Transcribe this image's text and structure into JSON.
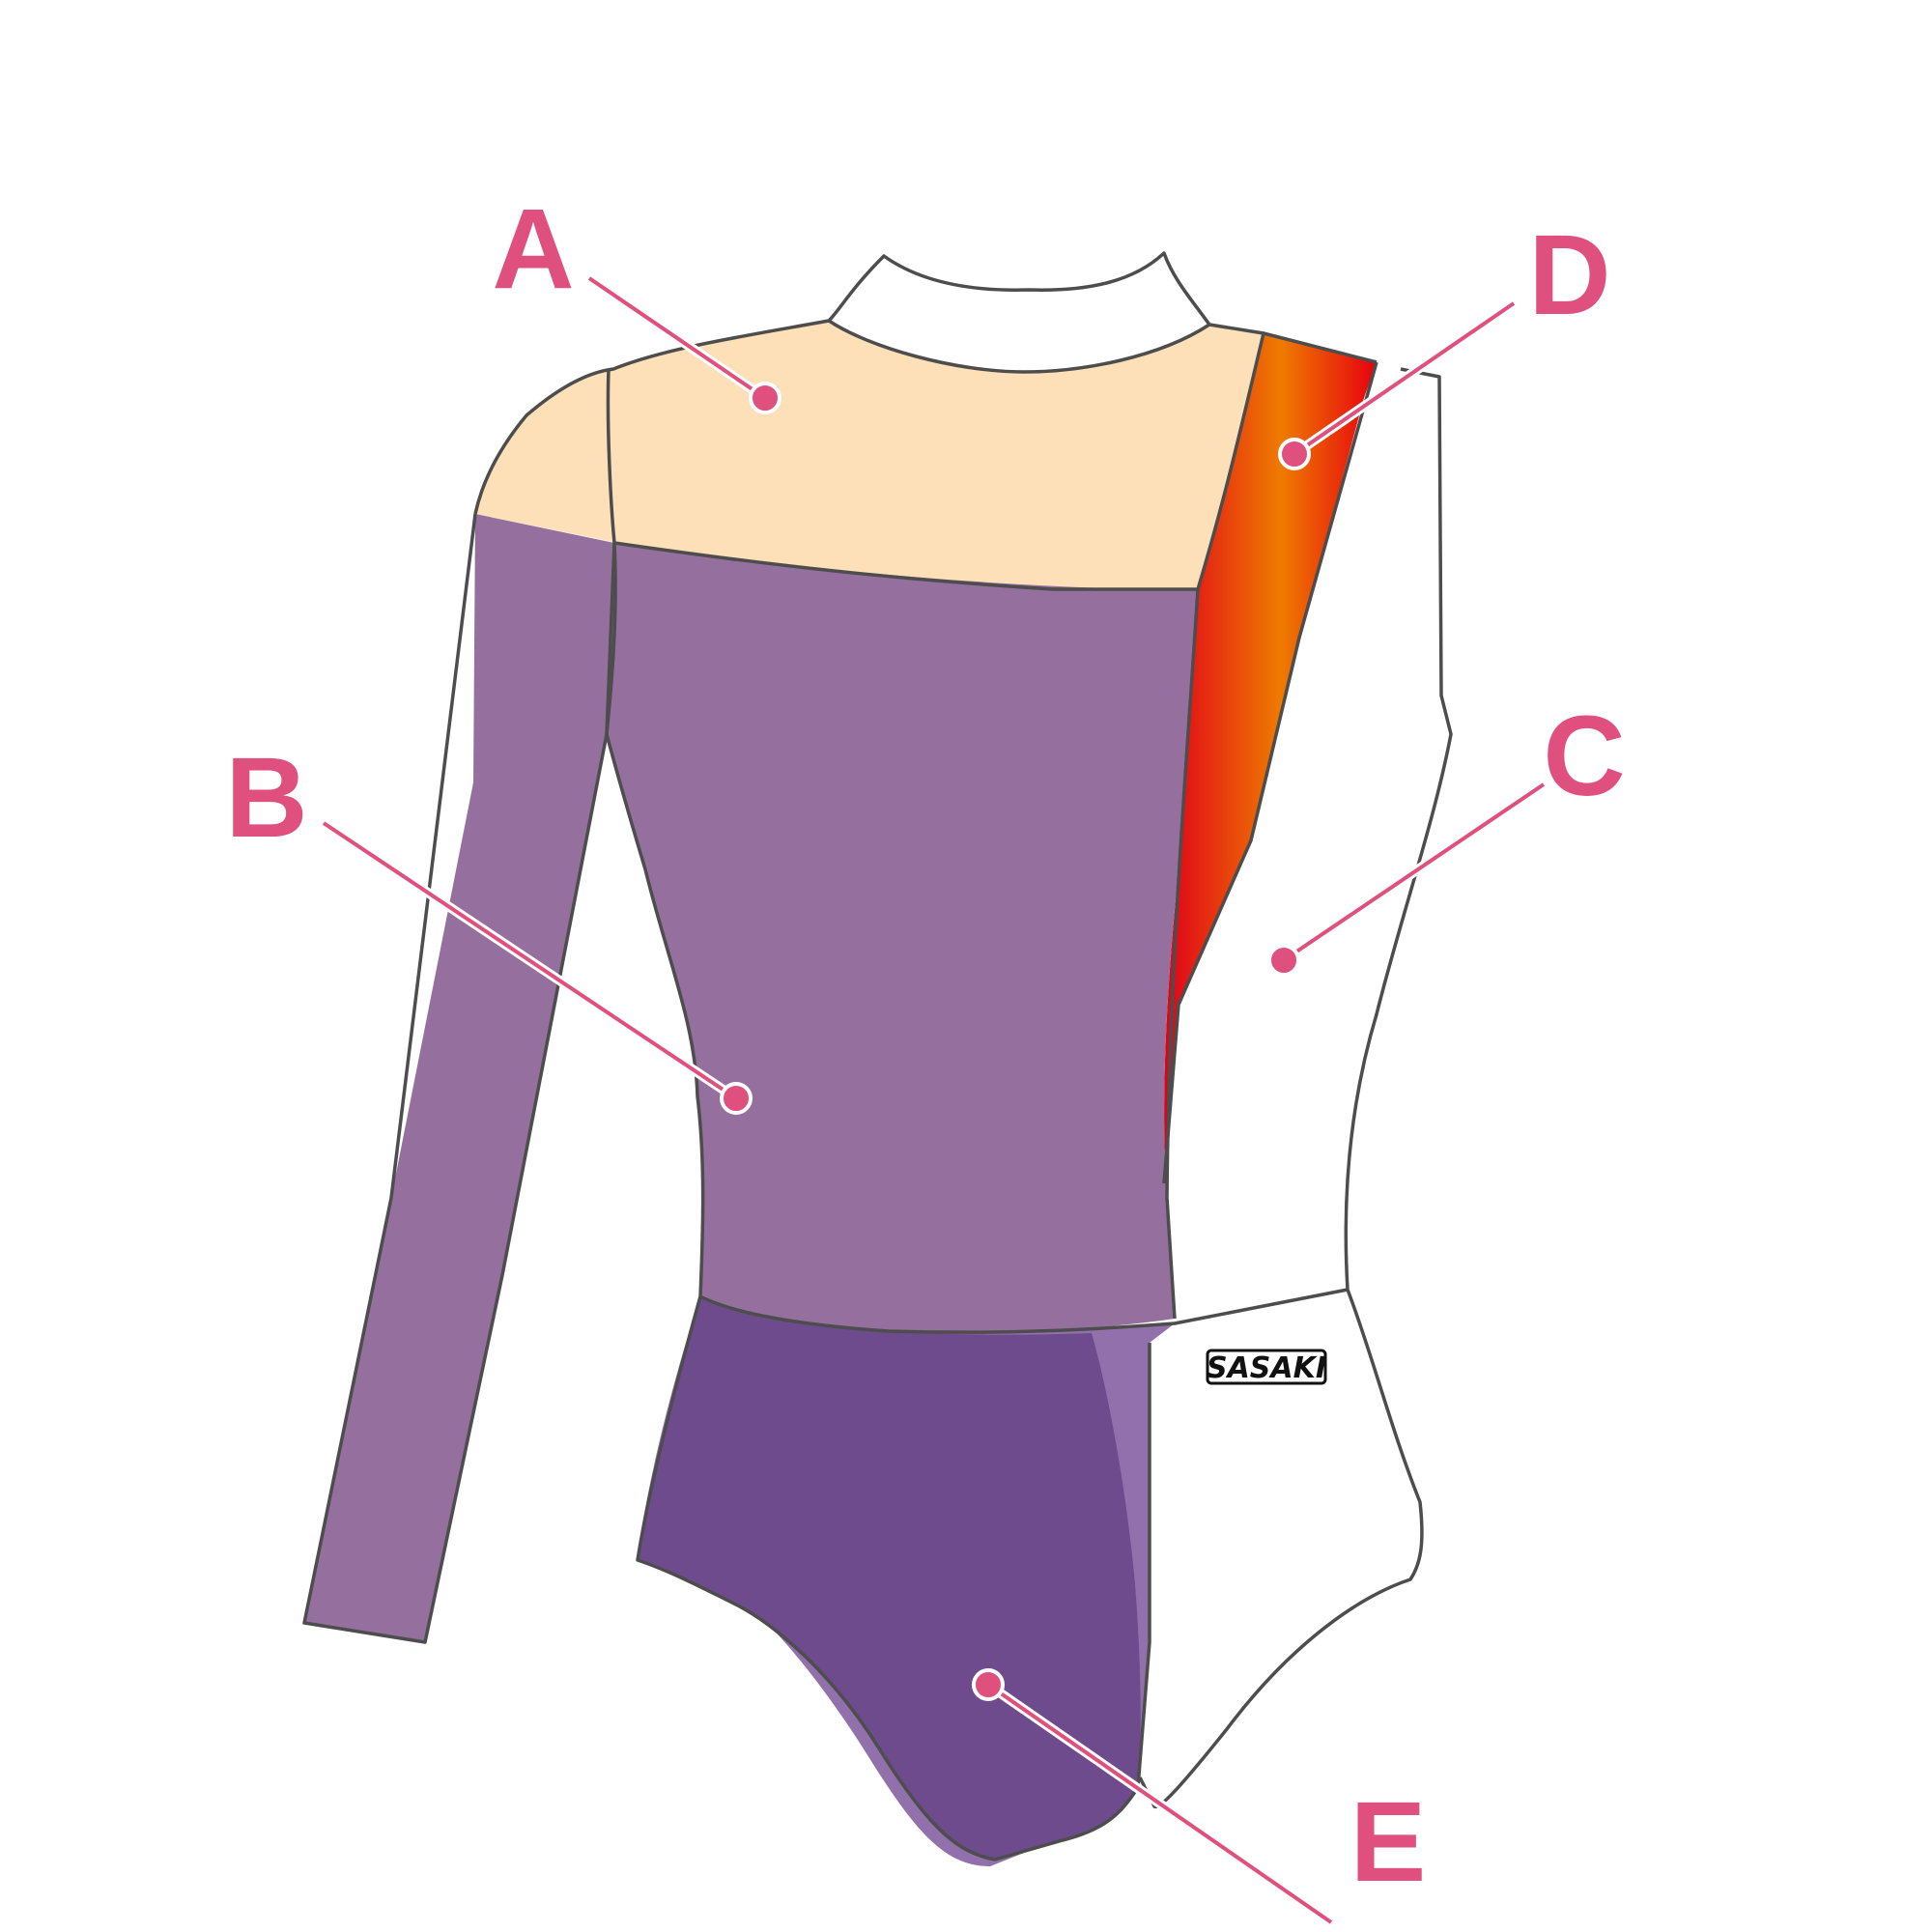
{
  "diagram": {
    "brand_logo": "SASAKI",
    "label_color": "#e0507f",
    "regions": [
      {
        "id": "A",
        "label": "A",
        "color": "#fde0b8"
      },
      {
        "id": "B",
        "label": "B",
        "color": "#95709e"
      },
      {
        "id": "C",
        "label": "C",
        "color": "#ffffff"
      },
      {
        "id": "D",
        "label": "D",
        "color_gradient": [
          "#e60010",
          "#ef7b00"
        ]
      },
      {
        "id": "E",
        "label": "E",
        "color": "#6e4b8c",
        "trim_color": "#9170ab"
      }
    ]
  }
}
